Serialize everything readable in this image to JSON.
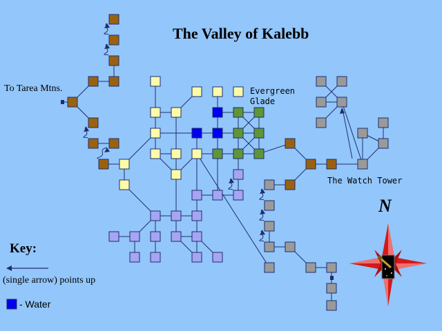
{
  "title": "The Valley of Kalebb",
  "labels": {
    "tarea": "To Tarea Mtns.",
    "glade": "Evergreen Glade",
    "tower": "The Watch Tower"
  },
  "key": {
    "title": "Key:",
    "arrow_text": "(single arrow) points up",
    "water_text": "- Water"
  },
  "compass_letter": "N",
  "colors": {
    "background": "#93c6fb",
    "mountain": "#9a6210",
    "plains": "#fefba8",
    "forest": "#5e9637",
    "water": "#0000f0",
    "lake": "#a5a5f4",
    "tower": "#9a9a9a",
    "line": "#1f2d6a"
  },
  "room_categories": [
    "mountain",
    "plains",
    "forest",
    "water",
    "lake",
    "tower"
  ]
}
